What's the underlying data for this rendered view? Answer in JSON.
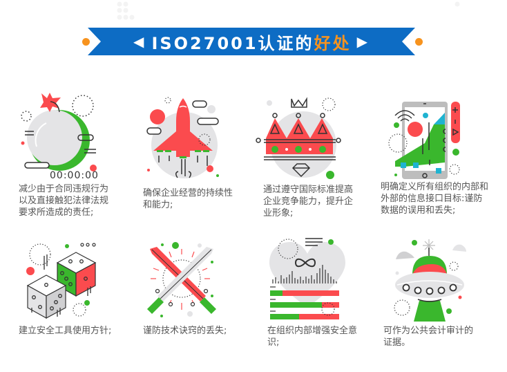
{
  "banner": {
    "title_main": "ISO27001认证的",
    "title_highlight": "好处",
    "left_arrow": "◀",
    "right_arrow": "▶",
    "colors": {
      "banner": "#0d6cc4",
      "highlight": "#f7931e",
      "dot": "#f7931e"
    }
  },
  "colors": {
    "red": "#fb4b4e",
    "green": "#3ab72d",
    "gray": "#e4e4e6",
    "cyan": "#1fb3d1",
    "dark": "#333333"
  },
  "benefits": [
    {
      "icon": "bomb-icon",
      "timer": "00:00:00",
      "text": "减少由于合同违规行为以及直接触犯法律法规要求所造成的责任;"
    },
    {
      "icon": "rocket-icon",
      "text": "确保企业经营的持续性和能力;"
    },
    {
      "icon": "crown-icon",
      "text": "通过遵守国际标准提高企业竞争能力，提升企业形象;"
    },
    {
      "icon": "smartphone-icon",
      "text": "明确定义所有组织的内部和外部的信息接口目标:谨防数据的误用和丢失;"
    },
    {
      "icon": "dice-icon",
      "text": "建立安全工具使用方针;"
    },
    {
      "icon": "crossed-swords-icon",
      "text": "谨防技术诀窍的丢失;"
    },
    {
      "icon": "heart-chart-icon",
      "text": "在组织内部增强安全意识;"
    },
    {
      "icon": "ufo-icon",
      "text": "可作为公共会计审计的证据。"
    }
  ]
}
